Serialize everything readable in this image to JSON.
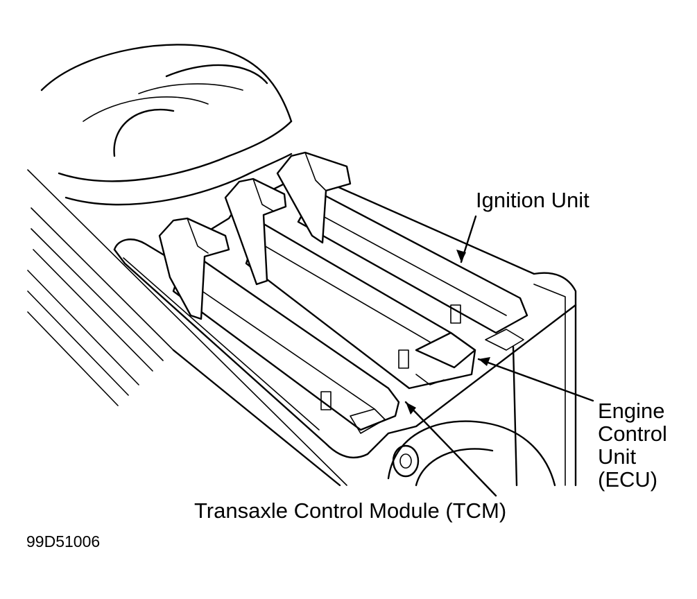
{
  "labels": {
    "ignition_unit": "Ignition Unit",
    "ecu_line1": "Engine",
    "ecu_line2": "Control",
    "ecu_line3": "Unit",
    "ecu_line4": "(ECU)",
    "tcm": "Transaxle Control Module (TCM)"
  },
  "figure_code": "99D51006",
  "colors": {
    "ink": "#000000",
    "background": "#ffffff"
  }
}
